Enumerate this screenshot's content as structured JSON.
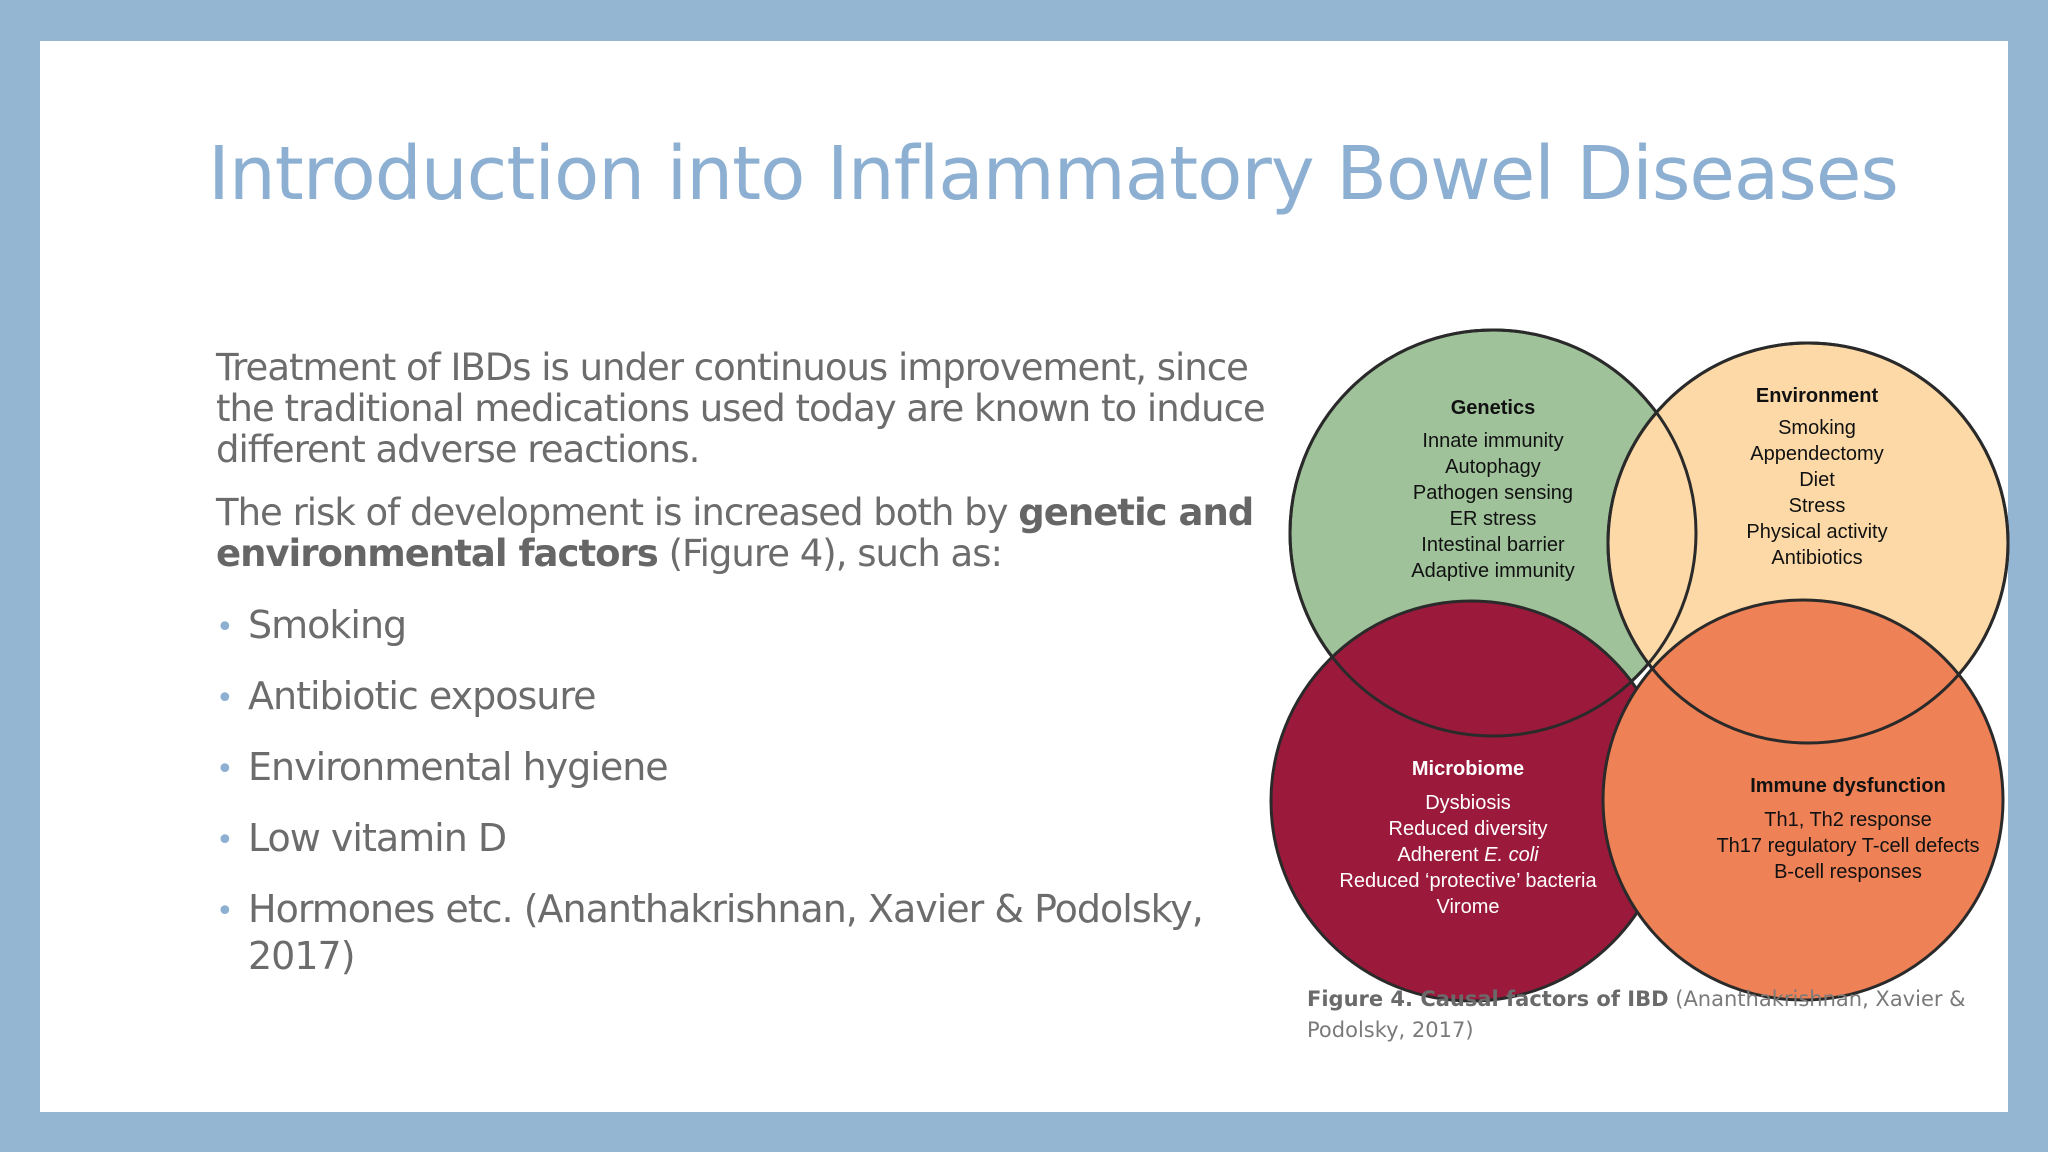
{
  "slide": {
    "title": "Introduction into Inflammatory Bowel Diseases",
    "paragraph1": "Treatment of IBDs is under continuous improvement, since the traditional medications used today are known to induce different adverse reactions.",
    "paragraph2": {
      "prefix": "The risk of development is increased both by ",
      "bold": "genetic and environmental factors",
      "suffix": " (Figure 4), such as:"
    },
    "bullets": [
      "Smoking",
      "Antibiotic exposure",
      "Environmental hygiene",
      "Low vitamin D",
      "Hormones etc. (Ananthakrishnan, Xavier & Podolsky, 2017)"
    ],
    "background_color": "#95b6d2",
    "title_color": "#8db0d2"
  },
  "figure": {
    "genetics": {
      "title": "Genetics",
      "items": [
        "Innate immunity",
        "Autophagy",
        "Pathogen sensing",
        "ER stress",
        "Intestinal barrier",
        "Adaptive immunity"
      ],
      "color": "#9fc29a"
    },
    "environment": {
      "title": "Environment",
      "items": [
        "Smoking",
        "Appendectomy",
        "Diet",
        "Stress",
        "Physical activity",
        "Antibiotics"
      ],
      "color": "#fcd9a6"
    },
    "microbiome": {
      "title": "Microbiome",
      "items": [
        "Dysbiosis",
        "Reduced diversity",
        "Adherent ",
        "E. coli",
        "Reduced ‘protective’ bacteria",
        "Virome"
      ],
      "color": "#9b1a3c"
    },
    "immune": {
      "title": "Immune dysfunction",
      "items": [
        "Th1, Th2 response",
        "Th17 regulatory T-cell defects",
        "B-cell responses"
      ],
      "color": "#ee8156"
    },
    "caption": {
      "bold": "Figure 4. Causal factors of IBD",
      "rest": " (Ananthakrishnan, Xavier & Podolsky, 2017)"
    }
  }
}
